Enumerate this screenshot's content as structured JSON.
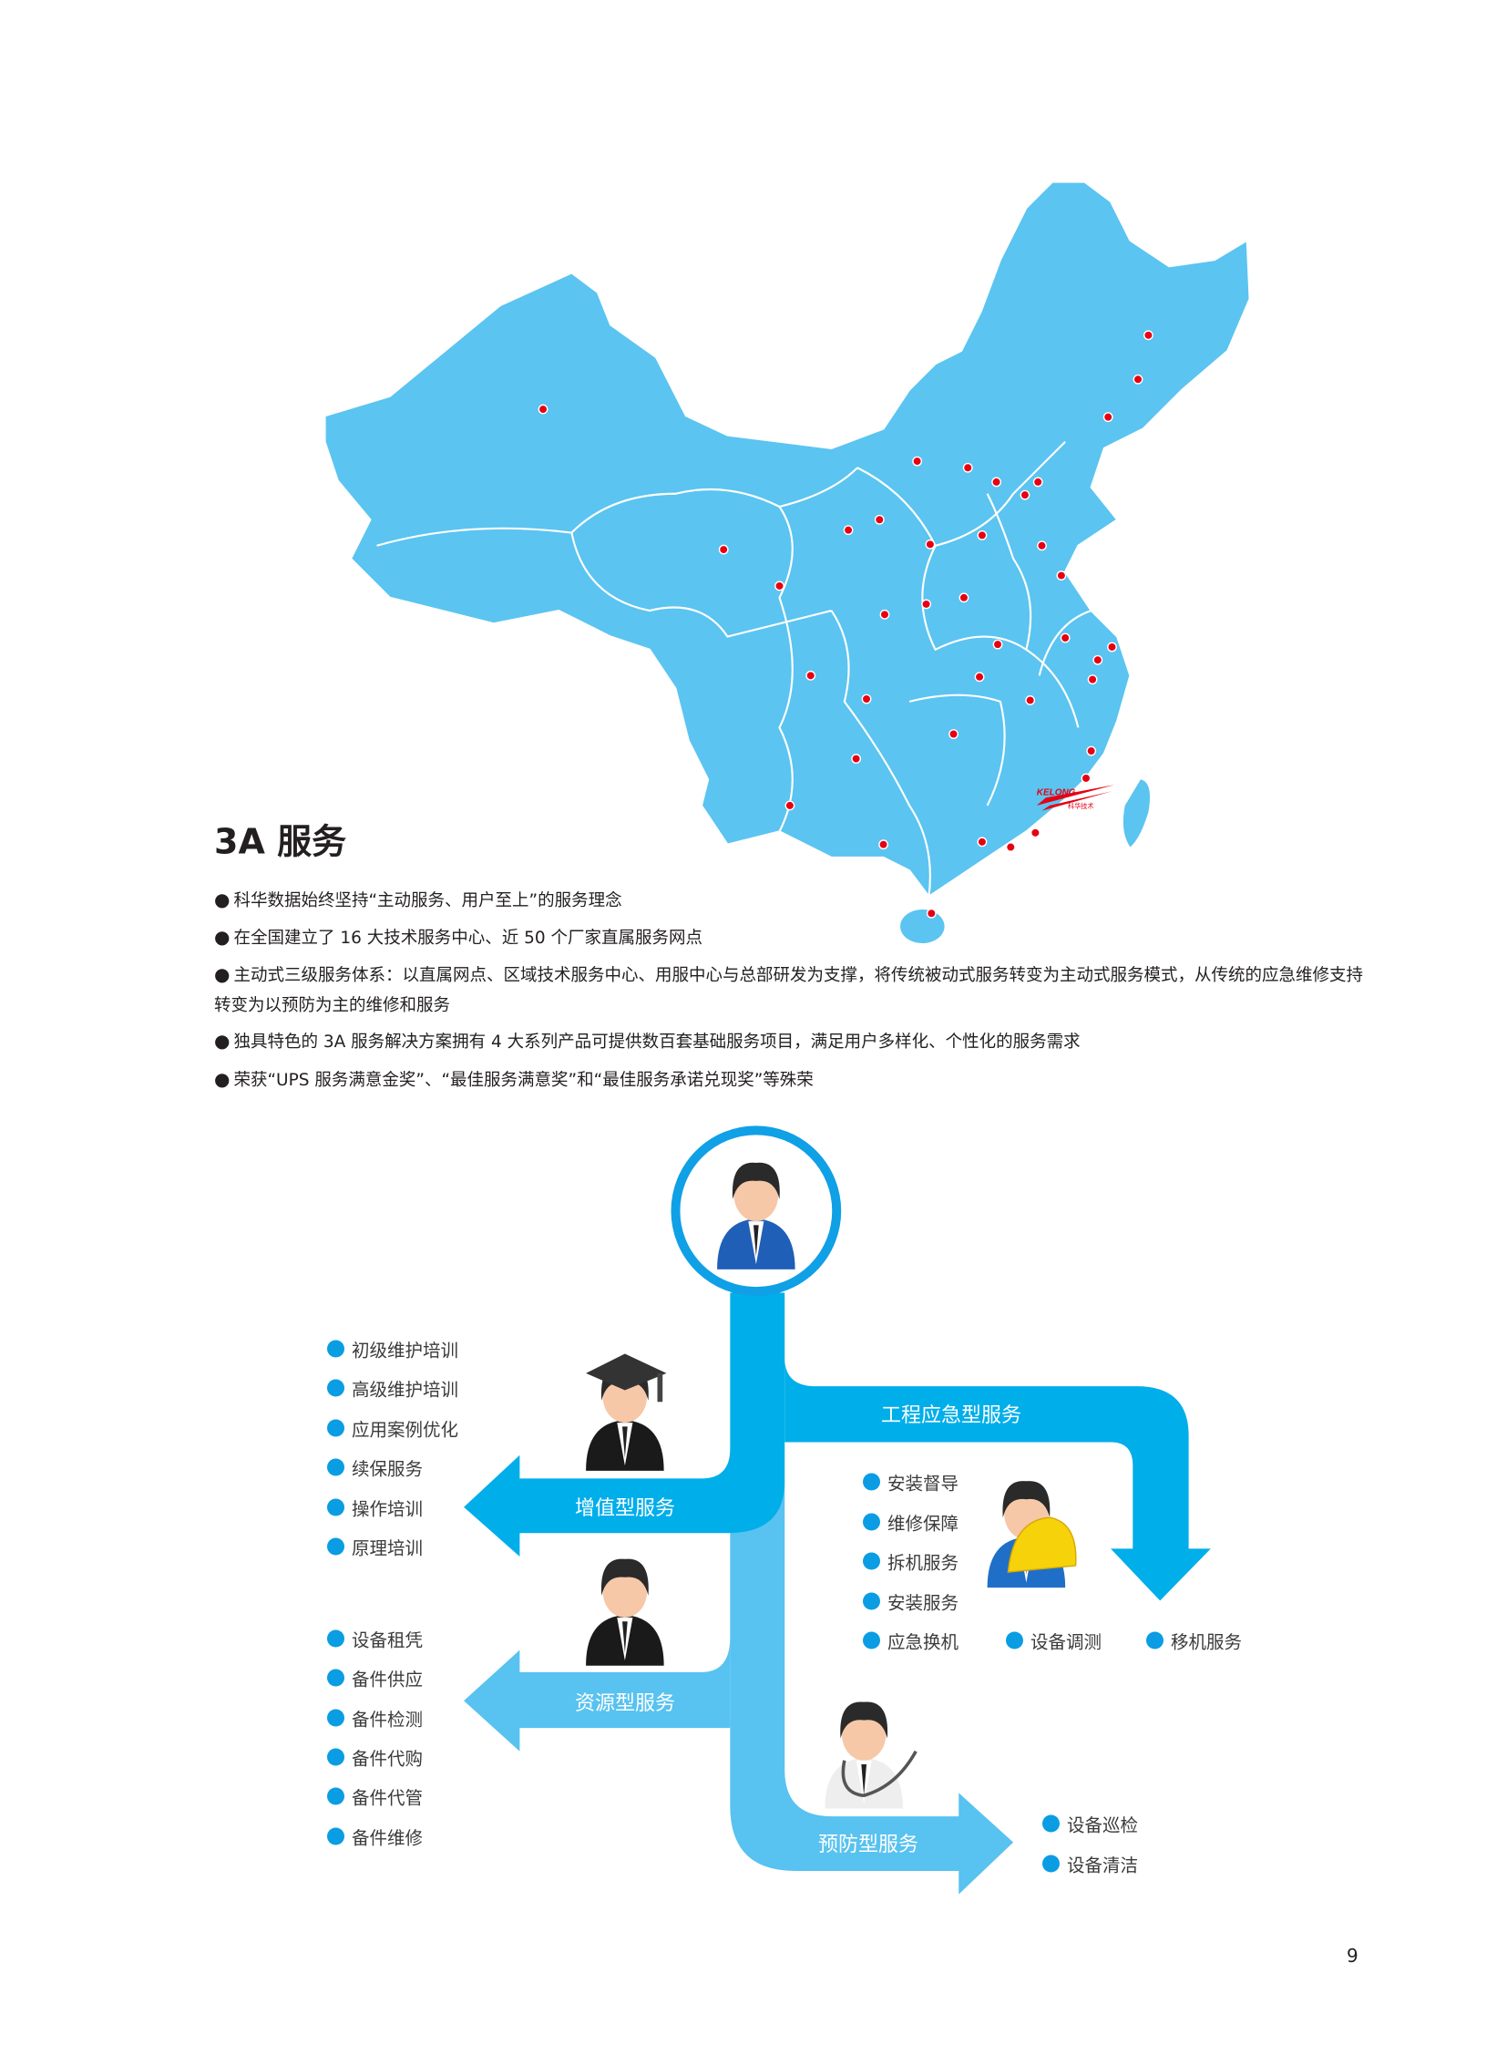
{
  "colors": {
    "map": "#5BC4F1",
    "map_border": "#ffffff",
    "city_dot": "#E60012",
    "flow_dark": "#00AEEA",
    "flow_light": "#58C2F0",
    "bullet_dot": "#0A9DE3"
  },
  "logo": {
    "text": "KELONG",
    "subtext": "科华技术"
  },
  "section": {
    "title": "3A 服务",
    "bullets": [
      "科华数据始终坚持“主动服务、用户至上”的服务理念",
      "在全国建立了 16 大技术服务中心、近 50 个厂家直属服务网点",
      "主动式三级服务体系：以直属网点、区域技术服务中心、用服中心与总部研发为支撑，将传统被动式服务转变为主动式服务模式，从传统的应急维修支持转变为以预防为主的维修和服务",
      "独具特色的 3A 服务解决方案拥有 4 大系列产品可提供数百套基础服务项目，满足用户多样化、个性化的服务需求",
      "荣获“UPS 服务满意金奖”、“最佳服务满意奖”和“最佳服务承诺兑现奖”等殊荣"
    ],
    "bullet_glyph": "●"
  },
  "flow": {
    "value_added": {
      "label": "增值型服务",
      "items": [
        "初级维护培训",
        "高级维护培训",
        "应用案例优化",
        "续保服务",
        "操作培训",
        "原理培训"
      ]
    },
    "resource": {
      "label": "资源型服务",
      "items": [
        "设备租凭",
        "备件供应",
        "备件检测",
        "备件代购",
        "备件代管",
        "备件维修"
      ]
    },
    "engineering": {
      "label": "工程应急型服务",
      "items": [
        "安装督导",
        "维修保障",
        "拆机服务",
        "安装服务",
        "应急换机",
        "设备调测",
        "移机服务"
      ]
    },
    "preventive": {
      "label": "预防型服务",
      "items": [
        "设备巡检",
        "设备清洁"
      ]
    }
  },
  "page_number": "9"
}
